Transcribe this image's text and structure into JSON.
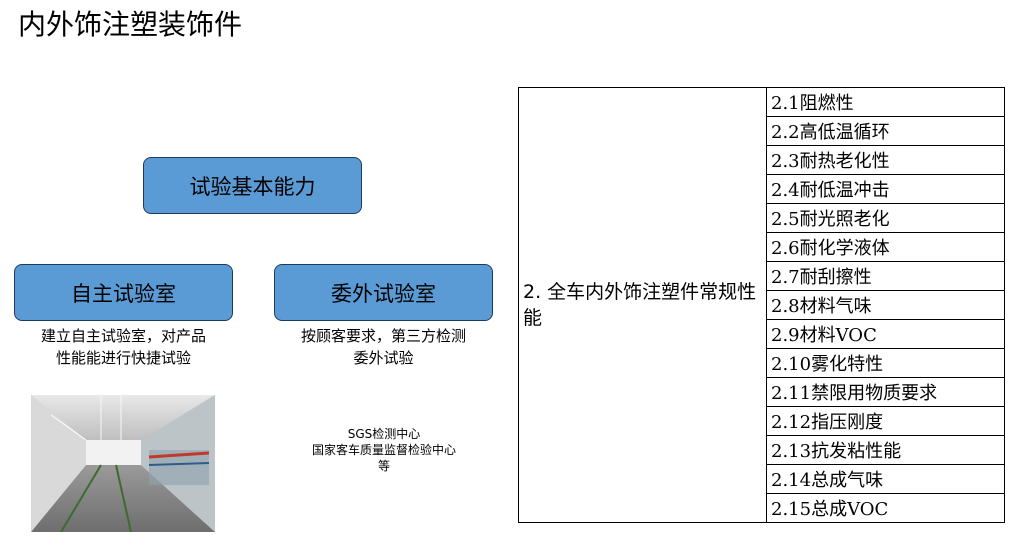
{
  "title": "内外饰注塑装饰件",
  "boxes": {
    "main": "试验基本能力",
    "own_lab": "自主试验室",
    "external_lab": "委外试验室"
  },
  "descriptions": {
    "own_lab": [
      "建立自主试验室，对产品",
      "性能能进行快捷试验"
    ],
    "external_lab": [
      "按顾客要求，第三方检测",
      "委外试验"
    ]
  },
  "external_agencies": [
    "SGS检测中心",
    "国家客车质量监督检验中心",
    "等"
  ],
  "photo": {
    "icon": "lab-corridor-photo"
  },
  "table": {
    "category": "2. 全车内外饰注塑件常规性能",
    "items": [
      "2.1阻燃性",
      "2.2高低温循环",
      "2.3耐热老化性",
      "2.4耐低温冲击",
      "2.5耐光照老化",
      "2.6耐化学液体",
      "2.7耐刮擦性",
      "2.8材料气味",
      "2.9材料VOC",
      "2.10雾化特性",
      "2.11禁限用物质要求",
      "2.12指压刚度",
      "2.13抗发粘性能",
      "2.14总成气味",
      "2.15总成VOC"
    ]
  }
}
